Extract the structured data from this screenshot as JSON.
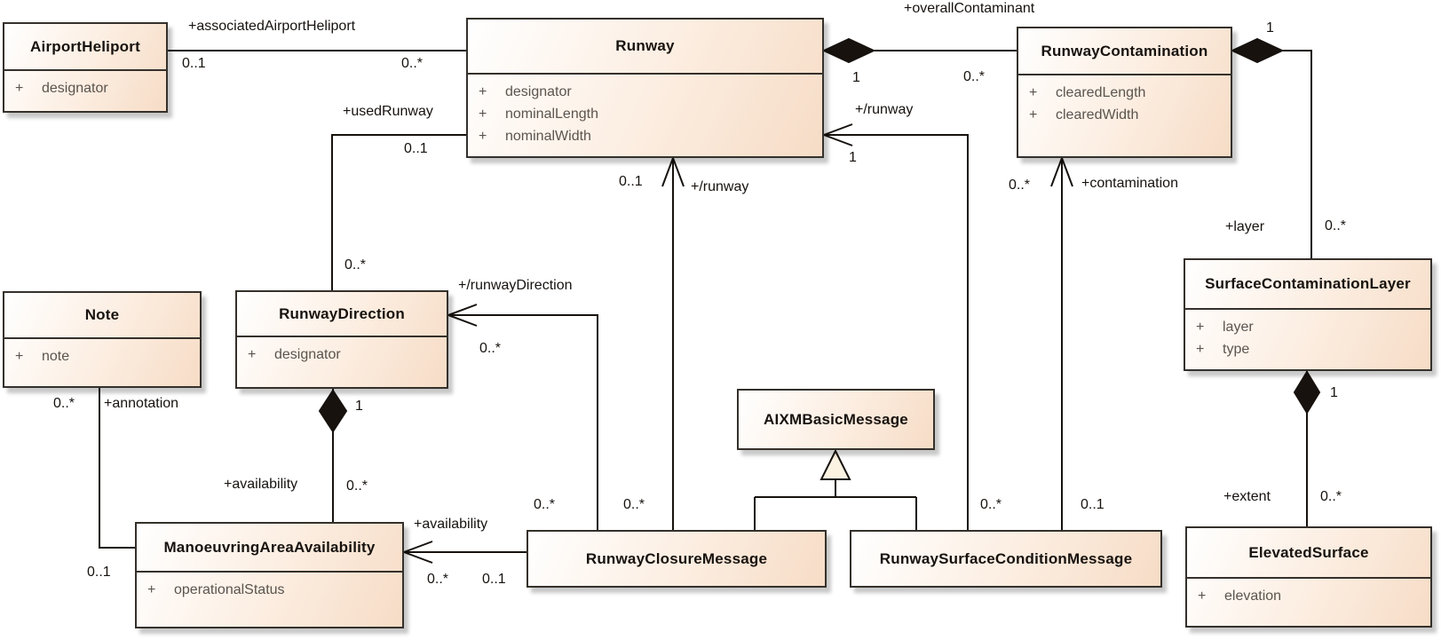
{
  "diagram": {
    "classes": {
      "airport_heliport": {
        "name": "AirportHeliport",
        "attributes": [
          {
            "vis": "+",
            "name": "designator"
          }
        ]
      },
      "runway": {
        "name": "Runway",
        "attributes": [
          {
            "vis": "+",
            "name": "designator"
          },
          {
            "vis": "+",
            "name": "nominalLength"
          },
          {
            "vis": "+",
            "name": "nominalWidth"
          }
        ]
      },
      "runway_contamination": {
        "name": "RunwayContamination",
        "attributes": [
          {
            "vis": "+",
            "name": "clearedLength"
          },
          {
            "vis": "+",
            "name": "clearedWidth"
          }
        ]
      },
      "note": {
        "name": "Note",
        "attributes": [
          {
            "vis": "+",
            "name": "note"
          }
        ]
      },
      "runway_direction": {
        "name": "RunwayDirection",
        "attributes": [
          {
            "vis": "+",
            "name": "designator"
          }
        ]
      },
      "surface_contamination_layer": {
        "name": "SurfaceContaminationLayer",
        "attributes": [
          {
            "vis": "+",
            "name": "layer"
          },
          {
            "vis": "+",
            "name": "type"
          }
        ]
      },
      "aixm_basic_message": {
        "name": "AIXMBasicMessage",
        "attributes": []
      },
      "manoeuvring_area_availability": {
        "name": "ManoeuvringAreaAvailability",
        "attributes": [
          {
            "vis": "+",
            "name": "operationalStatus"
          }
        ]
      },
      "runway_closure_message": {
        "name": "RunwayClosureMessage",
        "attributes": []
      },
      "runway_surface_condition_message": {
        "name": "RunwaySurfaceConditionMessage",
        "attributes": []
      },
      "elevated_surface": {
        "name": "ElevatedSurface",
        "attributes": [
          {
            "vis": "+",
            "name": "elevation"
          }
        ]
      }
    },
    "edges": {
      "associated_airport_heliport": {
        "label": "+associatedAirportHeliport",
        "airport_mult": "0..1",
        "runway_mult": "0..*"
      },
      "used_runway": {
        "label": "+usedRunway",
        "runway_mult": "0..1",
        "direction_mult": "0..*"
      },
      "overall_contaminant": {
        "label": "+overallContaminant",
        "runway_mult": "1",
        "contamination_mult": "0..*"
      },
      "layer": {
        "label": "+layer",
        "contamination_mult": "1",
        "layer_mult": "0..*"
      },
      "closure_runway": {
        "label": "+/runway",
        "runway_mult": "0..1",
        "message_mult": "0..*"
      },
      "runway_direction": {
        "label": "+/runwayDirection",
        "direction_mult": "0..*",
        "message_mult": "0..*"
      },
      "surface_runway": {
        "label": "+/runway",
        "runway_mult": "1",
        "message_mult": "0..*"
      },
      "contamination": {
        "label": "+contamination",
        "contamination_mult": "0..*",
        "message_mult": "0..1"
      },
      "annotation": {
        "label": "+annotation",
        "note_mult": "0..*",
        "availability_mult": "0..1"
      },
      "direction_availability": {
        "label": "+availability",
        "direction_mult": "1",
        "availability_mult": "0..*"
      },
      "closure_availability": {
        "label": "+availability",
        "availability_mult": "0..*",
        "message_mult": "0..1"
      },
      "extent": {
        "label": "+extent",
        "layer_mult": "1",
        "surface_mult": "0..*"
      }
    }
  }
}
